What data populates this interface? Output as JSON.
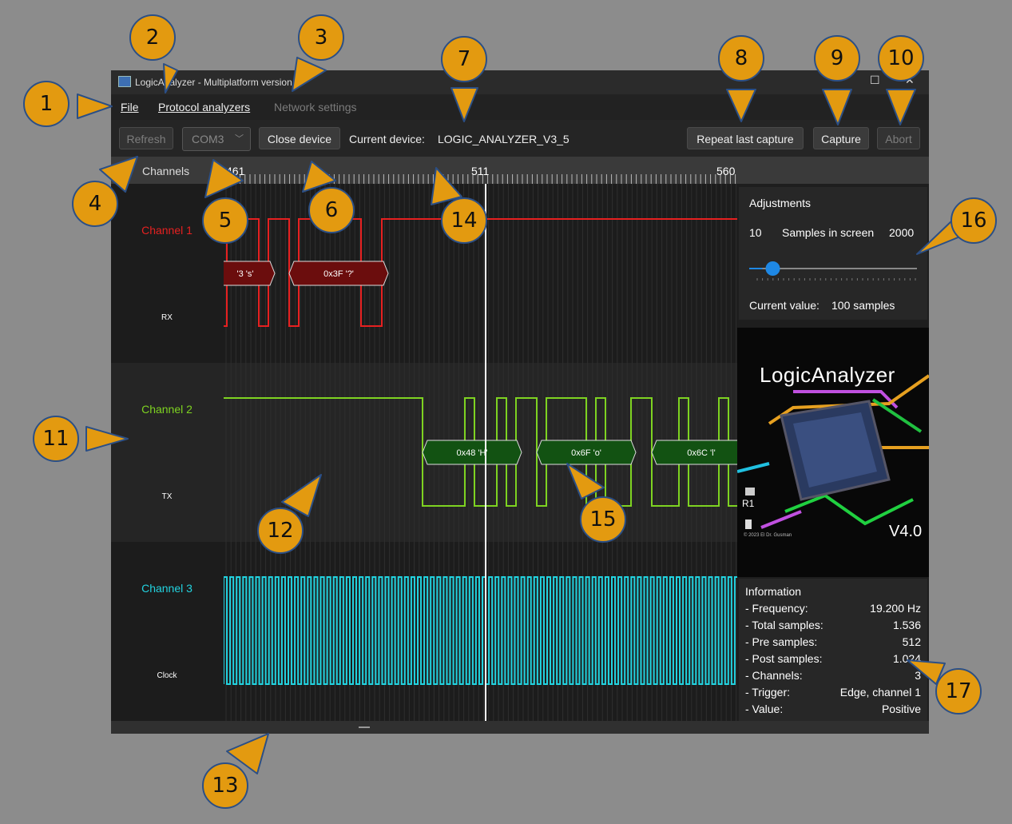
{
  "window": {
    "title": "LogicAnalyzer - Multiplatform version",
    "maximize_glyph": "☐",
    "close_glyph": "✕"
  },
  "menu": {
    "file": "File",
    "protocol": "Protocol analyzers",
    "network": "Network settings"
  },
  "toolbar": {
    "refresh": "Refresh",
    "port": "COM3",
    "close_device": "Close device",
    "current_device_label": "Current device:",
    "current_device_value": "LOGIC_ANALYZER_V3_5",
    "repeat": "Repeat last capture",
    "capture": "Capture",
    "abort": "Abort"
  },
  "ruler": {
    "header": "Channels",
    "labels": [
      "461",
      "511",
      "560"
    ]
  },
  "channels": [
    {
      "name": "Channel 1",
      "sub": "RX",
      "color": "#e62020"
    },
    {
      "name": "Channel 2",
      "sub": "TX",
      "color": "#7ed321"
    },
    {
      "name": "Channel 3",
      "sub": "Clock",
      "color": "#22d3e0"
    }
  ],
  "decodes": {
    "ch1": [
      "'3 's'",
      "0x3F '?'"
    ],
    "ch2": [
      "0x48 'H'",
      "0x6F 'o'",
      "0x6C 'l'"
    ]
  },
  "adjustments": {
    "title": "Adjustments",
    "min": "10",
    "label": "Samples in screen",
    "max": "2000",
    "slider_fraction": 0.05,
    "current_label": "Current value:",
    "current_value": "100 samples"
  },
  "logo": {
    "title": "LogicAnalyzer",
    "version": "V4.0",
    "copyright": "© 2023 El Dr. Gusman",
    "r_label": "R1"
  },
  "information": {
    "title": "Information",
    "rows": [
      {
        "k": "- Frequency:",
        "v": "19.200 Hz"
      },
      {
        "k": "- Total samples:",
        "v": "1.536"
      },
      {
        "k": "- Pre samples:",
        "v": "512"
      },
      {
        "k": "- Post samples:",
        "v": "1.024"
      },
      {
        "k": "- Channels:",
        "v": "3"
      },
      {
        "k": "- Trigger:",
        "v": "Edge, channel 1"
      },
      {
        "k": "- Value:",
        "v": "Positive"
      }
    ]
  },
  "callouts": [
    "1",
    "2",
    "3",
    "4",
    "5",
    "6",
    "7",
    "8",
    "9",
    "10",
    "11",
    "12",
    "13",
    "14",
    "15",
    "16",
    "17"
  ]
}
